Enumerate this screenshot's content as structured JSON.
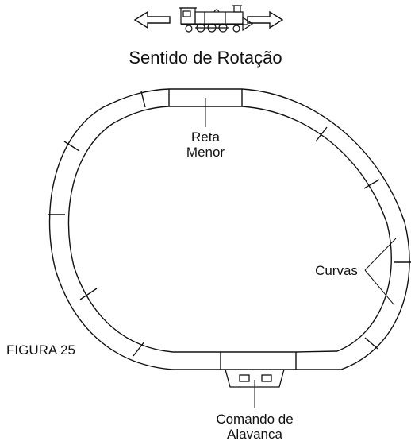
{
  "header": {
    "title": "Sentido de Rotação"
  },
  "labels": {
    "straight_short": [
      "Reta",
      "Menor"
    ],
    "curves": "Curvas",
    "lever_command": [
      "Comando de",
      "Alavanca"
    ],
    "figure": "FIGURA  25"
  },
  "icons": {
    "direction_left": "arrow-left-outline-icon",
    "locomotive": "steam-locomotive-icon",
    "direction_right": "arrow-right-outline-icon"
  },
  "colors": {
    "line": "#111111",
    "background": "#ffffff"
  }
}
